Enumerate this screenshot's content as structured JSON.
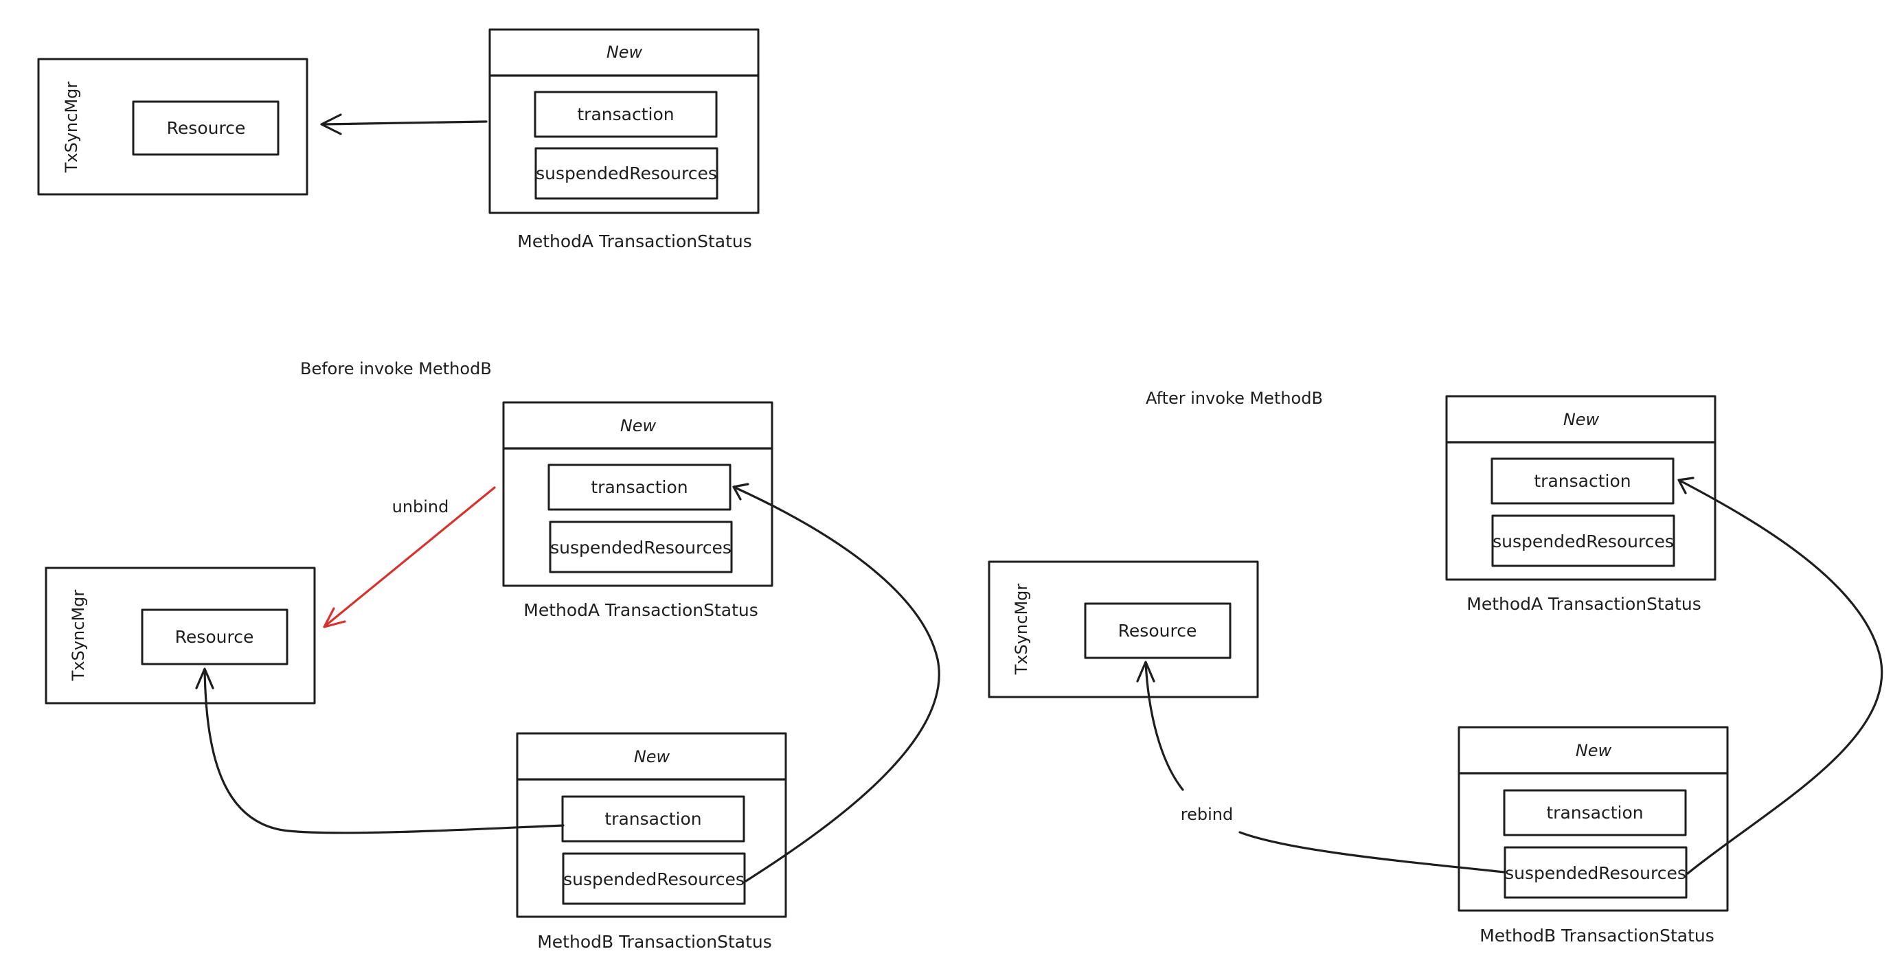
{
  "colors": {
    "ink": "#1e1e1e",
    "unbind_arrow": "#d7332e",
    "background": "#ffffff"
  },
  "top": {
    "mgr": {
      "title": "TxSyncMgr",
      "resource": "Resource"
    },
    "status": {
      "header": "New",
      "field1": "transaction",
      "field2": "suspendedResources",
      "caption": "MethodA TransactionStatus"
    }
  },
  "before": {
    "label": "Before invoke MethodB",
    "unbind_label": "unbind",
    "mgr": {
      "title": "TxSyncMgr",
      "resource": "Resource"
    },
    "status_a": {
      "header": "New",
      "field1": "transaction",
      "field2": "suspendedResources",
      "caption": "MethodA TransactionStatus"
    },
    "status_b": {
      "header": "New",
      "field1": "transaction",
      "field2": "suspendedResources",
      "caption": "MethodB TransactionStatus"
    }
  },
  "after": {
    "label": "After invoke MethodB",
    "rebind_label": "rebind",
    "mgr": {
      "title": "TxSyncMgr",
      "resource": "Resource"
    },
    "status_a": {
      "header": "New",
      "field1": "transaction",
      "field2": "suspendedResources",
      "caption": "MethodA TransactionStatus"
    },
    "status_b": {
      "header": "New",
      "field1": "transaction",
      "field2": "suspendedResources",
      "caption": "MethodB TransactionStatus"
    }
  }
}
